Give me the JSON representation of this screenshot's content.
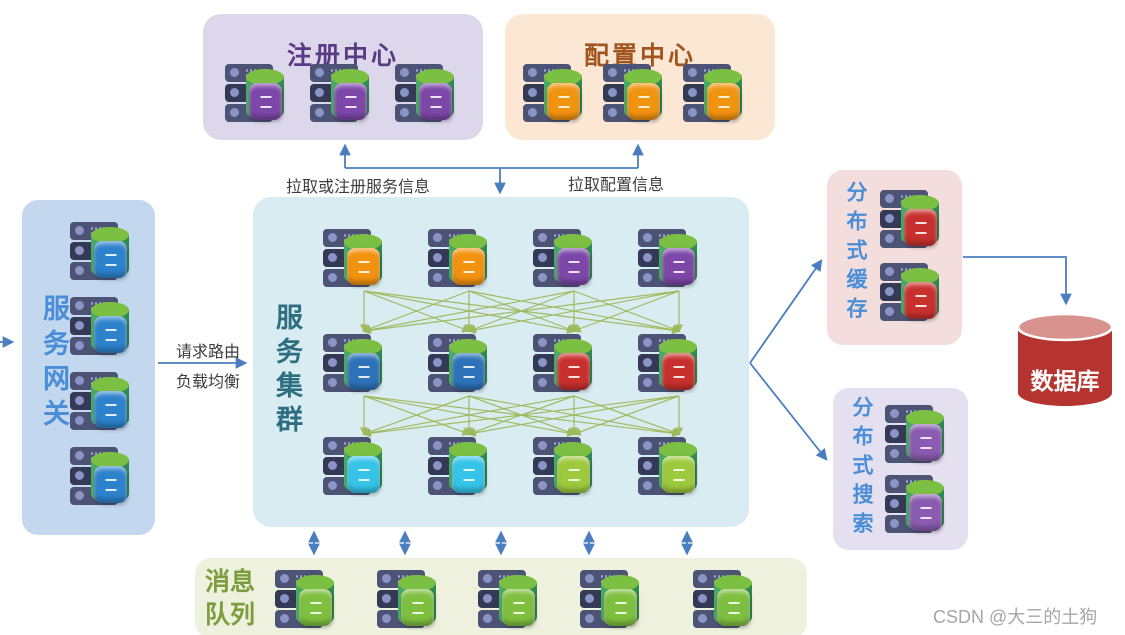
{
  "colors": {
    "arrow_blue": "#4a7ebf",
    "mesh_green": "#9db95a"
  },
  "labels": {
    "pull_register": "拉取或注册服务信息",
    "pull_config": "拉取配置信息",
    "route_line1": "请求路由",
    "route_line2": "负载均衡"
  },
  "groups": {
    "registry": {
      "title": "注册中心",
      "title_color": "#5a3a84",
      "bg": "#dcd7ea",
      "cube_color": "#7c47a8",
      "server_count": 3
    },
    "config": {
      "title": "配置中心",
      "title_color": "#a2561f",
      "bg": "#fbe7d3",
      "cube_color": "#f0930f",
      "server_count": 3
    },
    "gateway": {
      "title": "服务网关",
      "title_color": "#4a8ed8",
      "bg": "#c3d7ef",
      "cube_color": "#2d82cc",
      "server_count": 4
    },
    "cluster": {
      "title": "服务集群",
      "title_color": "#2d6e80",
      "bg": "#d9ecf2",
      "server_count": 12,
      "cube_colors": [
        "#f2920f",
        "#f2920f",
        "#7c47a8",
        "#7c47a8",
        "#2d72b8",
        "#2d72b8",
        "#c8302d",
        "#c8302d",
        "#35c4e8",
        "#35c4e8",
        "#9dc93c",
        "#9dc93c"
      ]
    },
    "cache": {
      "title": "分布式缓存",
      "title_color": "#4a8ed8",
      "bg": "#f3dedd",
      "cube_color": "#c8302d",
      "server_count": 2
    },
    "search": {
      "title": "分布式搜索",
      "title_color": "#4a8ed8",
      "bg": "#e4e0ef",
      "cube_color": "#8a5bb0",
      "server_count": 2
    },
    "mq": {
      "title": "消息队列",
      "title_color": "#7c9d3d",
      "bg": "#edf1dd",
      "cube_color": "#7fbf3f",
      "server_count": 5
    },
    "database": {
      "label": "数据库",
      "body": "#b5342f",
      "top": "#d8938f",
      "label_color": "#ffffff"
    }
  },
  "watermark": "CSDN @大三的土狗"
}
